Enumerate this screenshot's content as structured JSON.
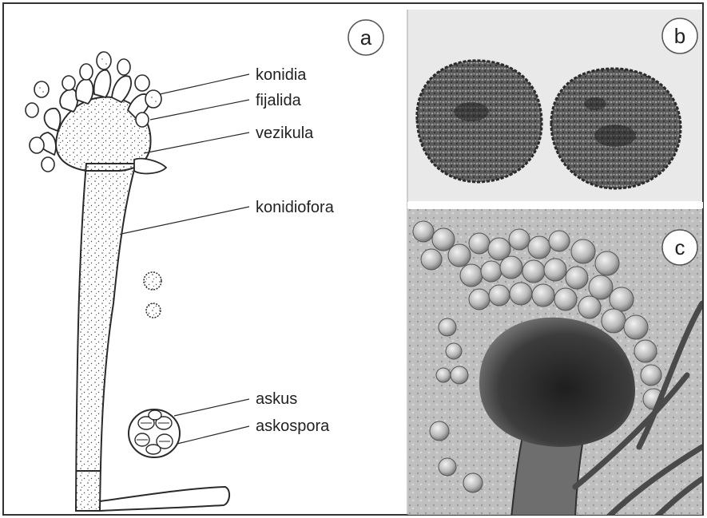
{
  "panels": {
    "a": {
      "letter": "a",
      "labels": {
        "konidia": "konidia",
        "fijalida": "fijalida",
        "vezikula": "vezikula",
        "konidiofora": "konidiofora",
        "askus": "askus",
        "askospora": "askospora"
      }
    },
    "b": {
      "letter": "b"
    },
    "c": {
      "letter": "c"
    }
  },
  "colors": {
    "frame": "#333333",
    "label": "#222222",
    "line_art": "#2a2a2a",
    "photo_bg": "#d7d7d7",
    "photo_dark": "#3a3a3a"
  }
}
